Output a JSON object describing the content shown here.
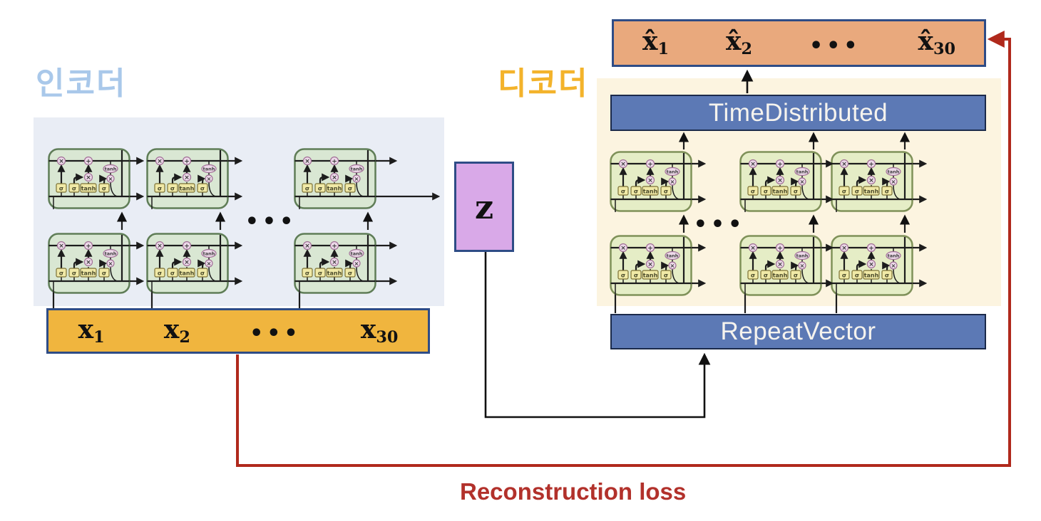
{
  "labels": {
    "encoder": "인코더",
    "decoder": "디코더",
    "reconstruction_loss": "Reconstruction loss"
  },
  "latent": {
    "label": "z"
  },
  "layers": {
    "time_distributed": "TimeDistributed",
    "repeat_vector": "RepeatVector"
  },
  "input_box": {
    "items": [
      {
        "base": "x",
        "sub": "1"
      },
      {
        "base": "x",
        "sub": "2"
      },
      {
        "base": "•••",
        "sub": ""
      },
      {
        "base": "x",
        "sub": "30"
      }
    ]
  },
  "output_box": {
    "items": [
      {
        "base": "x̂",
        "sub": "1"
      },
      {
        "base": "x̂",
        "sub": "2"
      },
      {
        "base": "•••",
        "sub": ""
      },
      {
        "base": "x̂",
        "sub": "30"
      }
    ]
  },
  "lstm_cell": {
    "gates": [
      "σ",
      "σ",
      "tanh",
      "σ"
    ],
    "ops": {
      "multiply": "×",
      "add": "+",
      "tanh": "tanh"
    }
  },
  "ellipsis": {
    "panel": "•••"
  },
  "colors": {
    "encoder_label": "#a9c8ea",
    "decoder_label": "#f3b32b",
    "encoder_panel": "#e9edf5",
    "decoder_panel": "#fcf4e0",
    "input_box": "#f0b53e",
    "output_box": "#e9a97d",
    "latent_box": "#d9a9e8",
    "layer_bar": "#5c79b5",
    "box_border": "#2e4c86",
    "loss_arrow": "#b0291c",
    "loss_text": "#b2312b",
    "encoder_cell": "#d9e7d3",
    "decoder_cell": "#e5edc6"
  }
}
